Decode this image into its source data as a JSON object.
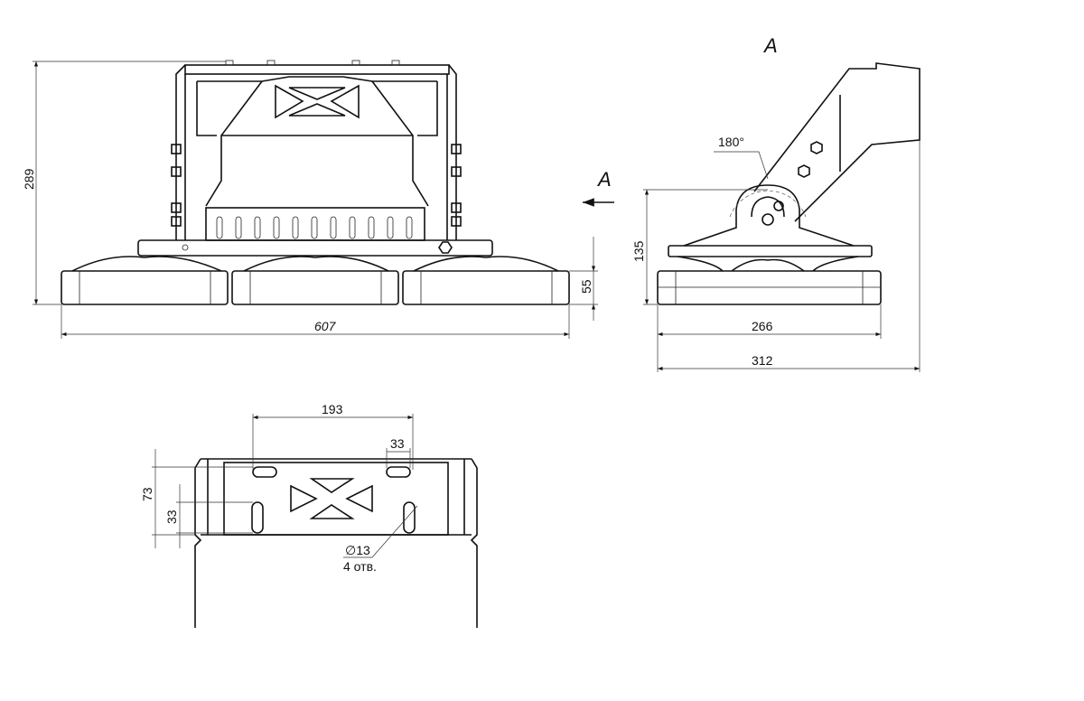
{
  "front_view": {
    "dim_height": "289",
    "dim_width": "607",
    "dim_housing_height": "55",
    "view_marker": "A"
  },
  "side_view": {
    "title": "A",
    "rotation_angle": "180°",
    "dim_height": "135",
    "dim_housing_width": "266",
    "dim_total_width": "312"
  },
  "bottom_view": {
    "dim_slot_spacing": "193",
    "dim_slot_length": "33",
    "dim_vertical_spacing": "73",
    "dim_vertical_slot_length": "33",
    "hole_diameter": "∅13",
    "hole_count": "4 отв."
  }
}
